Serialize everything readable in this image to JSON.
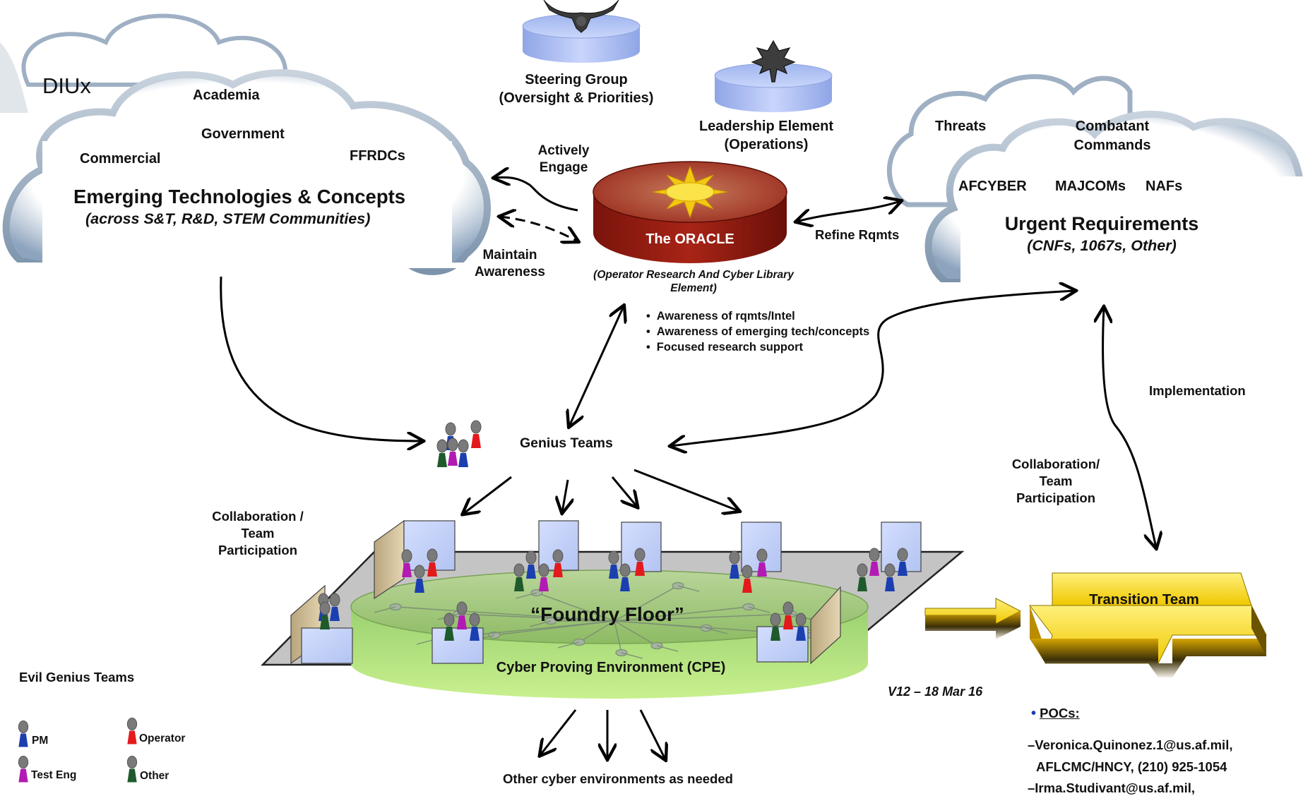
{
  "version": "V12 – 18 Mar 16",
  "clouds": {
    "left": {
      "tag": "DIUx",
      "items": [
        "Academia",
        "Government",
        "Commercial",
        "FFRDCs"
      ],
      "title": "Emerging Technologies & Concepts",
      "subtitle": "(across S&T, R&D, STEM Communities)"
    },
    "right": {
      "items": [
        "Threats",
        "Combatant",
        "Commands",
        "AFCYBER",
        "MAJCOMs",
        "NAFs"
      ],
      "title": "Urgent Requirements",
      "subtitle": "(CNFs, 1067s, Other)"
    }
  },
  "steering": {
    "line1": "Steering Group",
    "line2": "(Oversight & Priorities)"
  },
  "leadership": {
    "line1": "Leadership Element",
    "line2": "(Operations)"
  },
  "oracle": {
    "label": "The ORACLE",
    "expansion_line1": "(Operator Research And Cyber Library",
    "expansion_line2": "Element)",
    "bullets": [
      "Awareness of rqmts/Intel",
      "Awareness of emerging tech/concepts",
      "Focused research support"
    ]
  },
  "arrows": {
    "actively_1": "Actively",
    "actively_2": "Engage",
    "maintain_1": "Maintain",
    "maintain_2": "Awareness",
    "refine": "Refine Rqmts",
    "implementation": "Implementation",
    "collab_right_1": "Collaboration/",
    "collab_right_2": "Team",
    "collab_right_3": "Participation",
    "collab_left_1": "Collaboration /",
    "collab_left_2": "Team",
    "collab_left_3": "Participation"
  },
  "genius_teams": "Genius Teams",
  "foundry": {
    "title": "“Foundry Floor”",
    "cpe": "Cyber Proving Environment (CPE)"
  },
  "other_envs": "Other cyber environments as needed",
  "transition_team": "Transition Team",
  "legend": {
    "title": "Evil Genius Teams",
    "items": [
      {
        "label": "PM",
        "color": "#1c3fb0"
      },
      {
        "label": "Operator",
        "color": "#e3191c"
      },
      {
        "label": "Test Eng",
        "color": "#b21bb3"
      },
      {
        "label": "Other",
        "color": "#1f5a2c"
      }
    ]
  },
  "pocs": {
    "heading": "POCs:",
    "line1": "–Veronica.Quinonez.1@us.af.mil,",
    "line2": "AFLCMC/HNCY, (210) 925-1054",
    "line3": "–Irma.Studivant@us.af.mil,"
  },
  "colors": {
    "pm": "#1c3fb0",
    "operator": "#e3191c",
    "test_eng": "#b21bb3",
    "other": "#1f5a2c",
    "oracle": "#8b1a10",
    "gold": "#f2cf12"
  }
}
